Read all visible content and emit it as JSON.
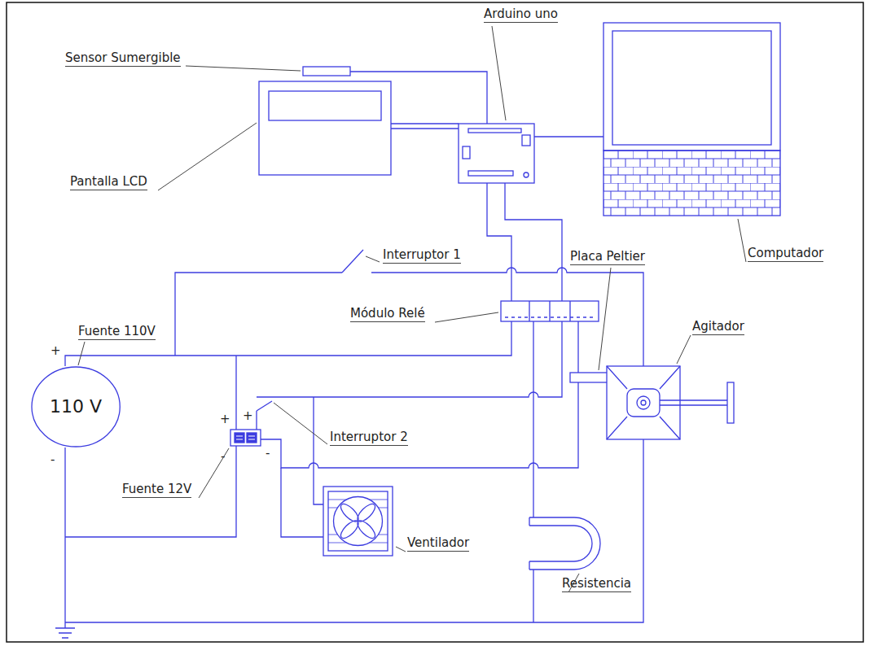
{
  "diagram": {
    "nodes": [
      {
        "text": [
          "110 V"
        ]
      }
    ],
    "labels": [
      "Sensor Sumergible",
      "Arduino uno",
      "Pantalla LCD",
      "Computador",
      "Interruptor 1",
      "Módulo Relé",
      "Placa Peltier",
      "Agitador",
      "Fuente 110V",
      "Interruptor 2",
      "Fuente 12V",
      "Ventilador",
      "Resistencia",
      "+",
      "-",
      "+",
      "-",
      "+",
      "-"
    ]
  }
}
